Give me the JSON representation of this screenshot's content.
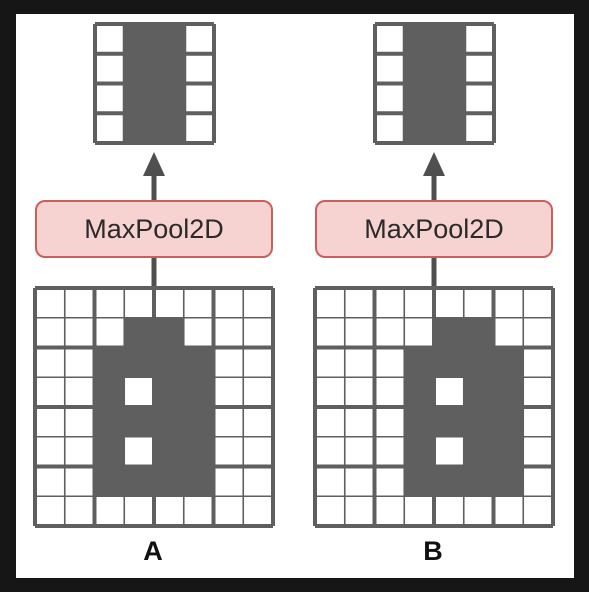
{
  "colors": {
    "background": "#161616",
    "panel": "#ffffff",
    "cell_on": "#5f5f5f",
    "cell_off": "#ffffff",
    "grid_line": "#5f5f5f",
    "arrow": "#4f4f4f",
    "pool_fill": "#f6d2d1",
    "pool_border": "#c9605b"
  },
  "panels": [
    {
      "id": "A",
      "label": "A",
      "layer_label": "MaxPool2D",
      "input_grid": [
        "00000000",
        "00011000",
        "00111100",
        "00101100",
        "00111100",
        "00101100",
        "00111100",
        "00000000"
      ],
      "output_grid": [
        "0110",
        "0110",
        "0110",
        "0110"
      ]
    },
    {
      "id": "B",
      "label": "B",
      "layer_label": "MaxPool2D",
      "input_grid": [
        "00000000",
        "00001100",
        "00011110",
        "00010110",
        "00011110",
        "00010110",
        "00011110",
        "00000000"
      ],
      "output_grid": [
        "0110",
        "0110",
        "0110",
        "0110"
      ]
    }
  ]
}
